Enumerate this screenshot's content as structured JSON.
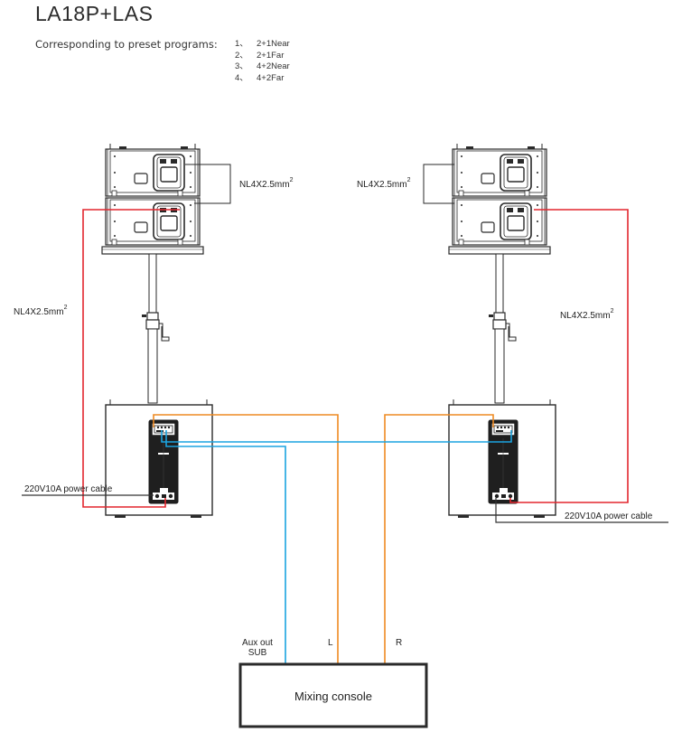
{
  "header": {
    "title": "LA18P+LAS",
    "preset_label": "Corresponding to preset programs:",
    "presets": [
      {
        "num": "1、",
        "name": "2+1Near"
      },
      {
        "num": "2、",
        "name": "2+1Far"
      },
      {
        "num": "3、",
        "name": "4+2Near"
      },
      {
        "num": "4、",
        "name": "4+2Far"
      }
    ]
  },
  "labels": {
    "link_cable_left": "NL4X2.5mm",
    "link_cable_right": "NL4X2.5mm",
    "speaker_cable_left": "NL4X2.5mm",
    "speaker_cable_right": "NL4X2.5mm",
    "superscript": "2",
    "power_left": "220V10A power cable",
    "power_right": "220V10A power cable",
    "aux_out_line1": "Aux out",
    "aux_out_line2": "SUB",
    "channel_l": "L",
    "channel_r": "R",
    "mixing_console": "Mixing console"
  },
  "colors": {
    "speaker_cable": "#e3262e",
    "signal_lr": "#ee8a22",
    "signal_aux": "#1ba4e0",
    "power_cable": "#333333",
    "outline": "#2a2a2a"
  },
  "icons": {
    "line_array_cabinet": "line-array-cabinet-icon",
    "subwoofer": "subwoofer-icon",
    "stand_pole": "speaker-pole-icon",
    "amplifier_panel": "amplifier-panel-icon"
  }
}
